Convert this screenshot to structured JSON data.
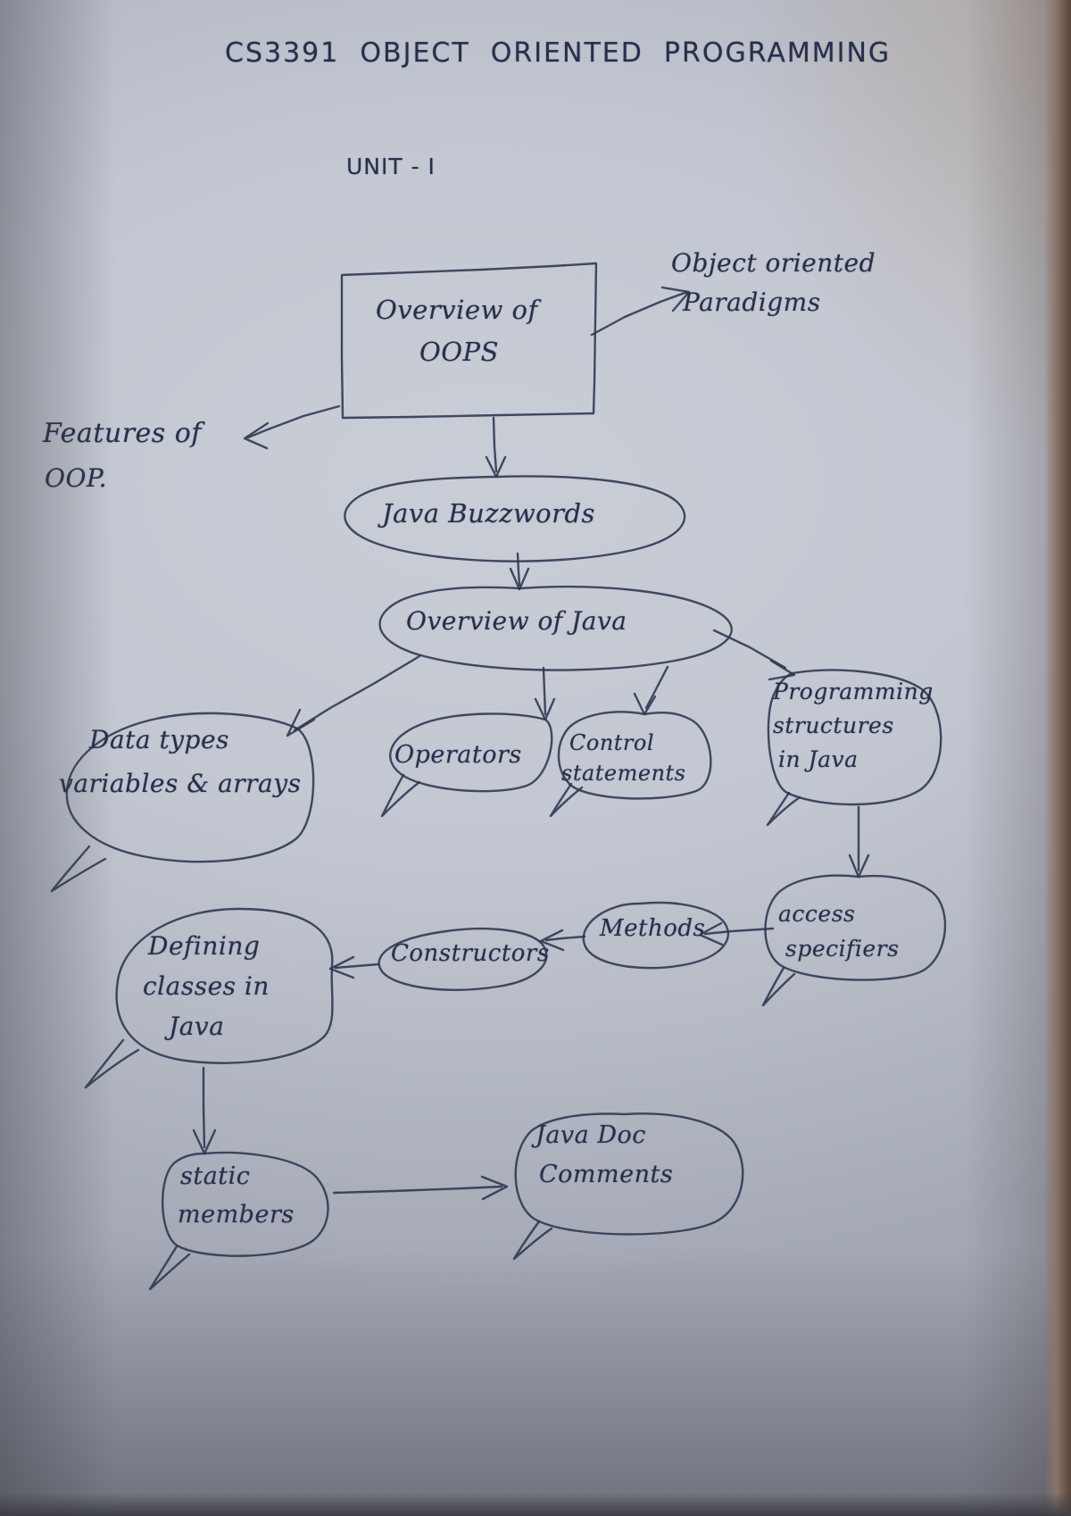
{
  "page": {
    "title": "CS3391 OBJECT ORIENTED PROGRAMMING",
    "unit": "UNIT - I",
    "ink_color": "#26304c",
    "paper_color": "#c5c9d2"
  },
  "chart_data": {
    "type": "diagram",
    "diagram_kind": "handwritten-mind-map",
    "title": "CS3391 OBJECT ORIENTED PROGRAMMING",
    "subtitle": "UNIT - I",
    "nodes": [
      {
        "id": "overview_oops",
        "label": "Overview of\nOOPS",
        "shape": "rectangle"
      },
      {
        "id": "oo_paradigms",
        "label": "Object oriented\nParadigms",
        "shape": "text"
      },
      {
        "id": "features_oop",
        "label": "Features of\nOOP.",
        "shape": "text"
      },
      {
        "id": "java_buzzwords",
        "label": "Java Buzzwords",
        "shape": "ellipse"
      },
      {
        "id": "overview_java",
        "label": "Overview of Java",
        "shape": "ellipse"
      },
      {
        "id": "data_types",
        "label": "Data types\nvariables & arrays",
        "shape": "callout"
      },
      {
        "id": "operators",
        "label": "Operators",
        "shape": "callout"
      },
      {
        "id": "control_stmts",
        "label": "Control\nstatements",
        "shape": "callout"
      },
      {
        "id": "prog_structures",
        "label": "Programming\nstructures\nin Java",
        "shape": "callout"
      },
      {
        "id": "access_spec",
        "label": "access\nspecifiers",
        "shape": "callout"
      },
      {
        "id": "methods",
        "label": "Methods",
        "shape": "ellipse"
      },
      {
        "id": "constructors",
        "label": "Constructors",
        "shape": "ellipse"
      },
      {
        "id": "defining_classes",
        "label": "Defining\nclasses in\nJava",
        "shape": "callout"
      },
      {
        "id": "static_members",
        "label": "static\nmembers",
        "shape": "callout"
      },
      {
        "id": "javadoc",
        "label": "Java Doc\nComments",
        "shape": "callout"
      }
    ],
    "edges": [
      {
        "from": "overview_oops",
        "to": "oo_paradigms",
        "style": "arrow"
      },
      {
        "from": "overview_oops",
        "to": "features_oop",
        "style": "arrow"
      },
      {
        "from": "overview_oops",
        "to": "java_buzzwords",
        "style": "arrow"
      },
      {
        "from": "java_buzzwords",
        "to": "overview_java",
        "style": "arrow"
      },
      {
        "from": "overview_java",
        "to": "data_types",
        "style": "arrow"
      },
      {
        "from": "overview_java",
        "to": "operators",
        "style": "arrow"
      },
      {
        "from": "overview_java",
        "to": "control_stmts",
        "style": "arrow"
      },
      {
        "from": "overview_java",
        "to": "prog_structures",
        "style": "arrow"
      },
      {
        "from": "prog_structures",
        "to": "access_spec",
        "style": "arrow"
      },
      {
        "from": "access_spec",
        "to": "methods",
        "style": "arrow"
      },
      {
        "from": "methods",
        "to": "constructors",
        "style": "arrow"
      },
      {
        "from": "constructors",
        "to": "defining_classes",
        "style": "arrow"
      },
      {
        "from": "defining_classes",
        "to": "static_members",
        "style": "arrow"
      },
      {
        "from": "static_members",
        "to": "javadoc",
        "style": "arrow"
      }
    ]
  },
  "labels": {
    "title": "CS3391  OBJECT  ORIENTED  PROGRAMMING",
    "unit": "UNIT - I",
    "overview_oops_l1": "Overview of",
    "overview_oops_l2": "OOPS",
    "oo_paradigms_l1": "Object oriented",
    "oo_paradigms_l2": "Paradigms",
    "features_oop_l1": "Features of",
    "features_oop_l2": "OOP.",
    "java_buzzwords": "Java Buzzwords",
    "overview_java": "Overview of Java",
    "data_types_l1": "Data types",
    "data_types_l2": "variables & arrays",
    "operators": "Operators",
    "control_l1": "Control",
    "control_l2": "statements",
    "prog_l1": "Programming",
    "prog_l2": "structures",
    "prog_l3": "in Java",
    "access_l1": "access",
    "access_l2": "specifiers",
    "methods": "Methods",
    "constructors": "Constructors",
    "defining_l1": "Defining",
    "defining_l2": "classes in",
    "defining_l3": "Java",
    "static_l1": "static",
    "static_l2": "members",
    "javadoc_l1": "Java Doc",
    "javadoc_l2": "Comments"
  }
}
